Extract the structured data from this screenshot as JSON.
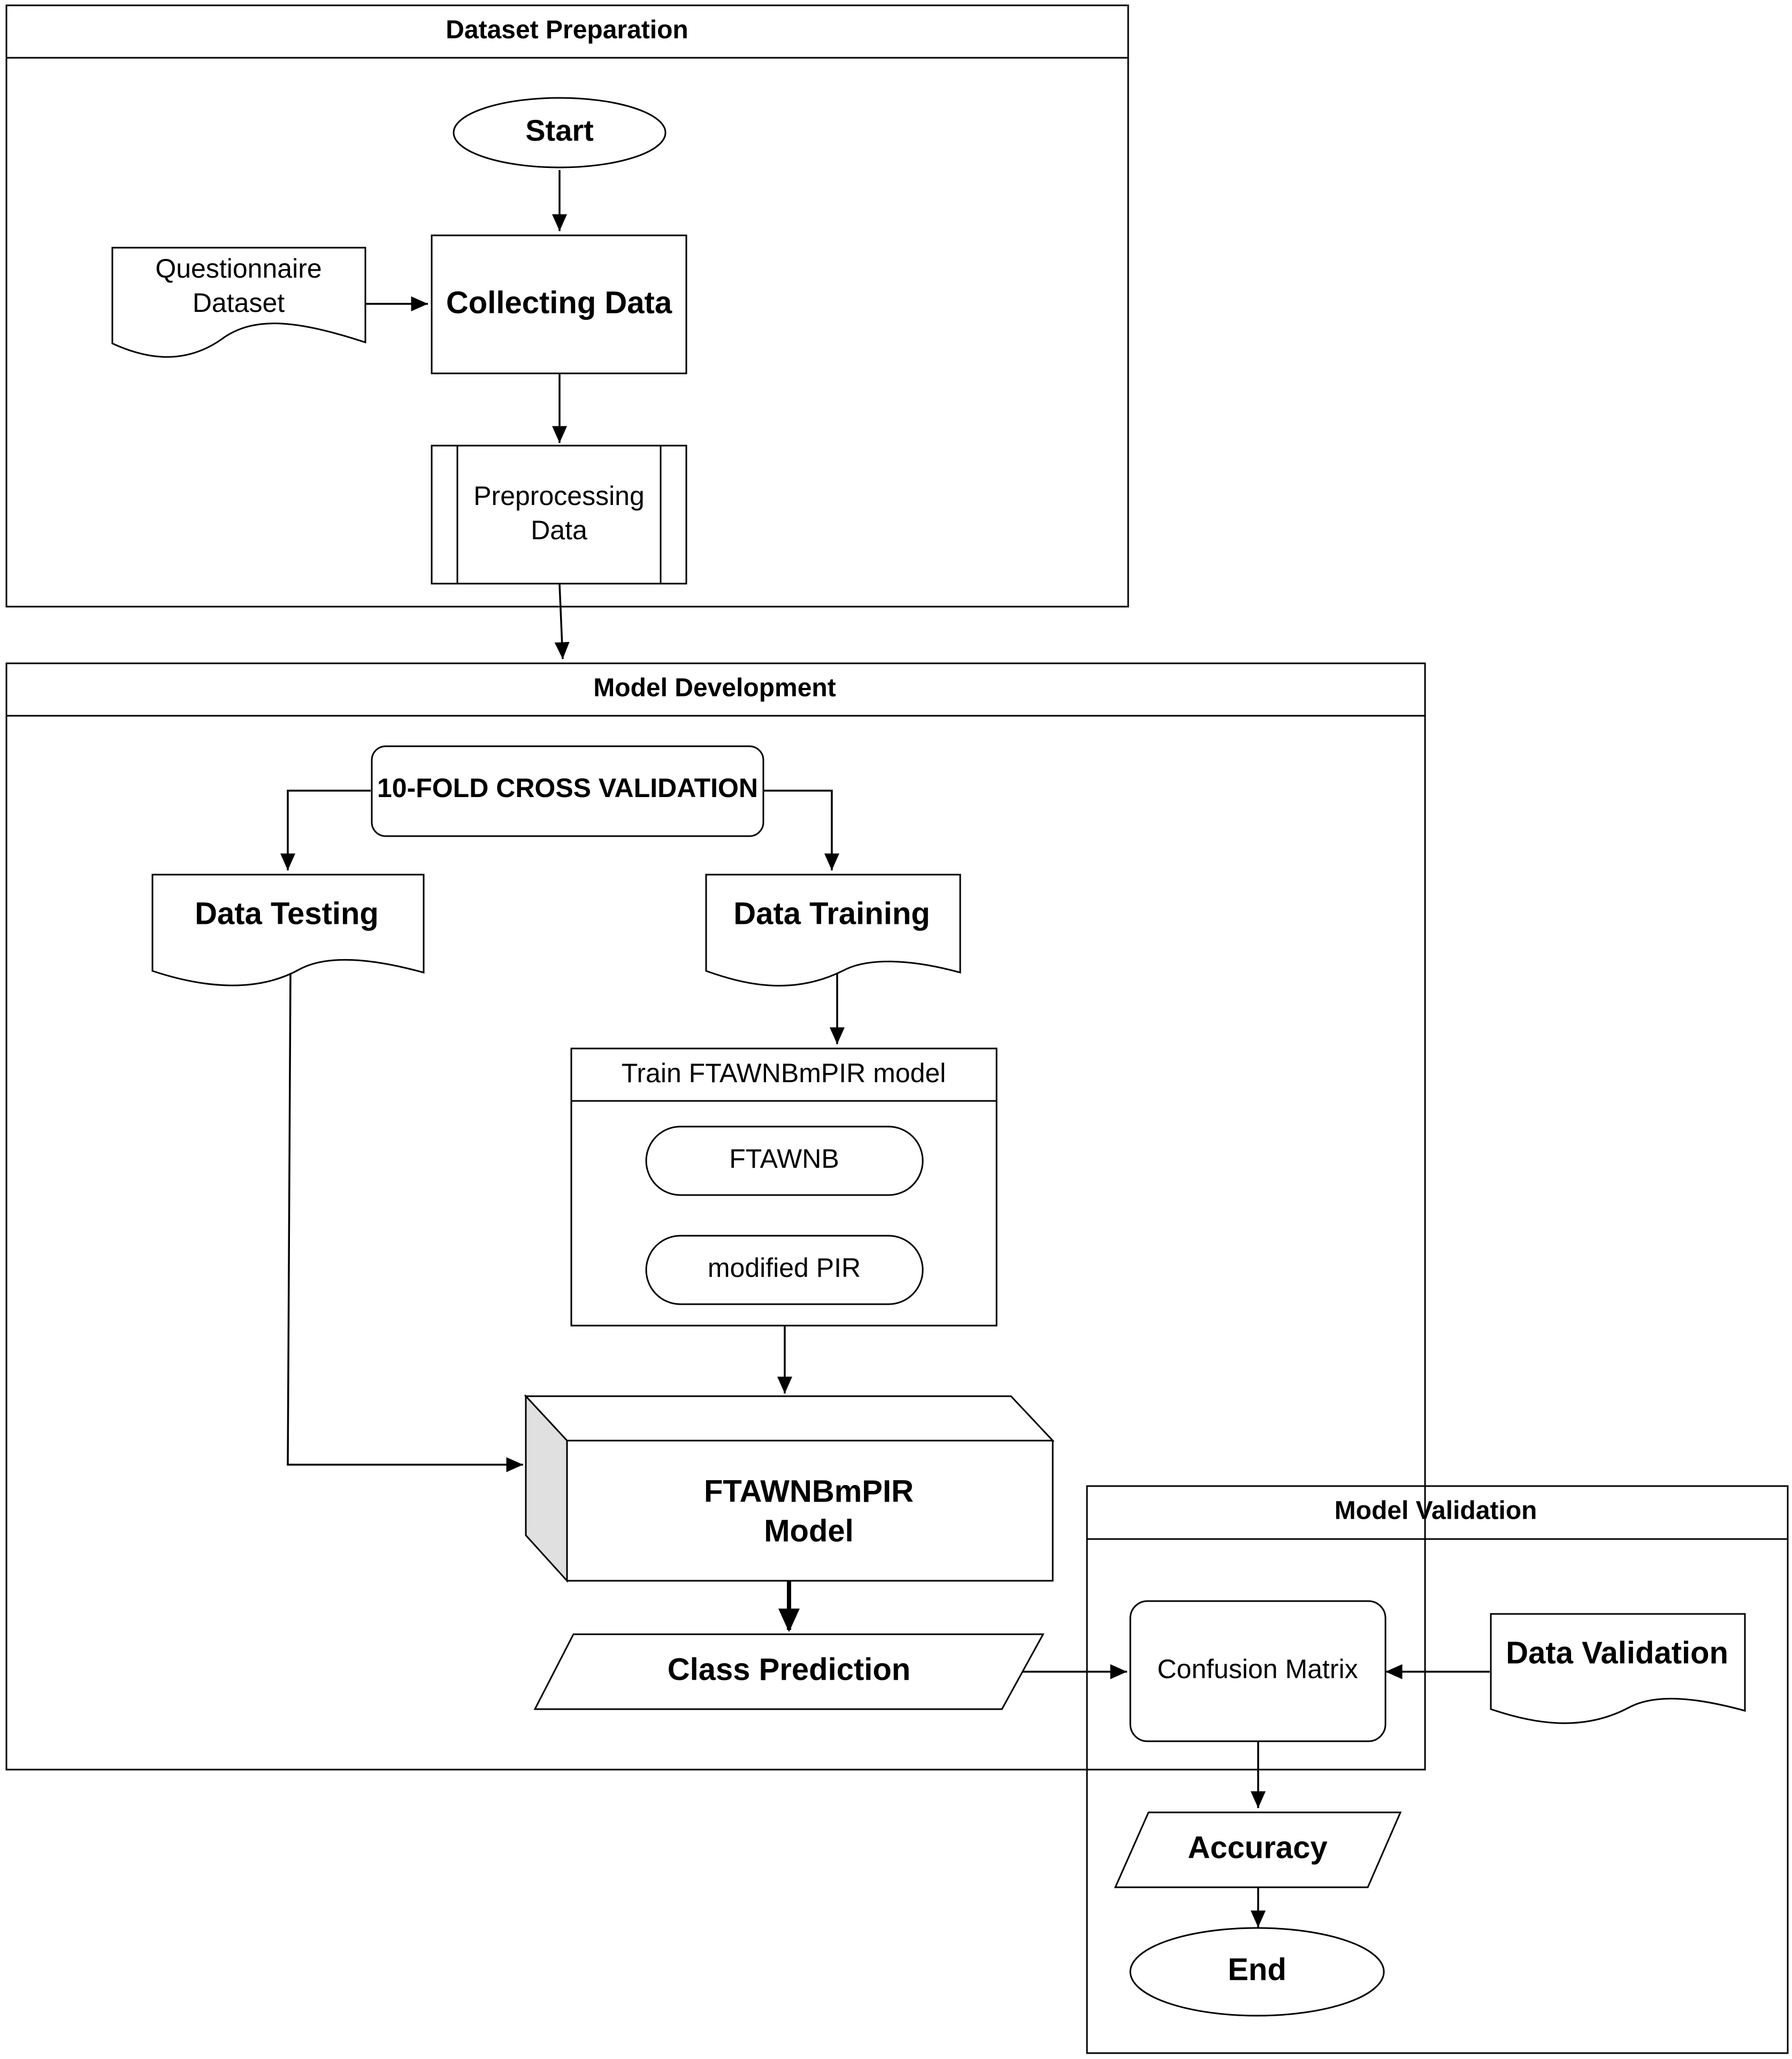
{
  "lanes": {
    "preparation": "Dataset Preparation",
    "development": "Model Development",
    "validation": "Model Validation"
  },
  "nodes": {
    "start": "Start",
    "questionnaire_line1": "Questionnaire",
    "questionnaire_line2": "Dataset",
    "collecting": "Collecting Data",
    "preprocessing_line1": "Preprocessing",
    "preprocessing_line2": "Data",
    "cross_validation": "10-FOLD CROSS VALIDATION",
    "data_testing": "Data Testing",
    "data_training": "Data Training",
    "train_group": "Train FTAWNBmPIR model",
    "ftawnb": "FTAWNB",
    "modified_pir": "modified PIR",
    "model_line1": "FTAWNBmPIR",
    "model_line2": "Model",
    "class_prediction": "Class Prediction",
    "confusion_matrix": "Confusion Matrix",
    "data_validation": "Data Validation",
    "accuracy": "Accuracy",
    "end": "End"
  },
  "colors": {
    "stroke": "#000000",
    "background": "#ffffff",
    "cube_side": "#e0e0e0"
  }
}
